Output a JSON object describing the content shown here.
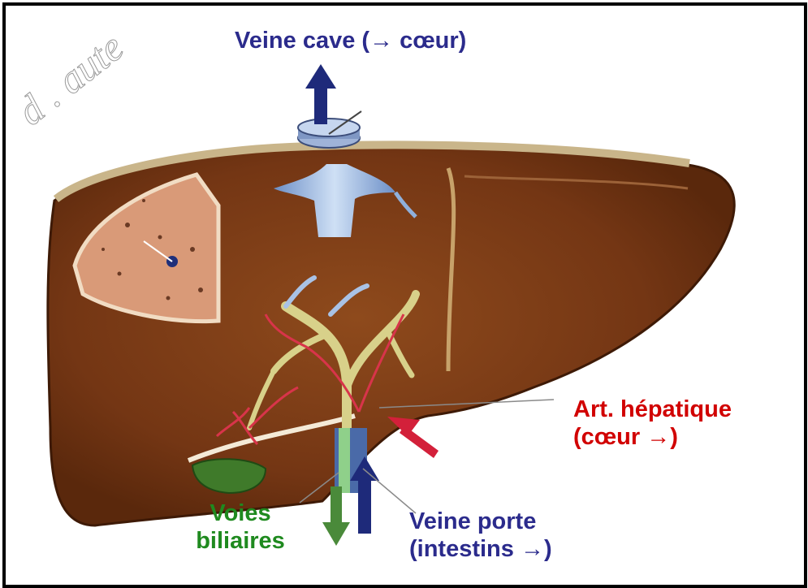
{
  "labels": {
    "veine_cave": "Veine cave (→ cœur)",
    "art_hepatique_line1": "Art. hépatique",
    "art_hepatique_line2": "(cœur →)",
    "voies_biliaires_line1": "Voies",
    "voies_biliaires_line2": "biliaires",
    "veine_porte_line1": "Veine porte",
    "veine_porte_line2": "(intestins →)"
  },
  "watermark": "d . aute",
  "colors": {
    "veine_cave": "#2b2b8c",
    "art_hepatique": "#d10000",
    "voies_biliaires": "#1f8a1f",
    "veine_porte": "#2b2b8c",
    "liver": "#7a3a14",
    "frame": "#000000"
  }
}
